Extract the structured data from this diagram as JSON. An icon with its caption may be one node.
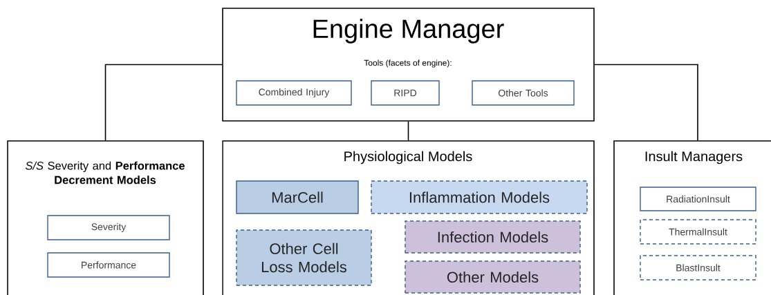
{
  "diagram": {
    "nodes": [
      {
        "text": [
          "Engine Manager",
          "Tools (facets of engine):"
        ]
      },
      {
        "text": [
          "Combined Injury"
        ],
        "in": 0
      },
      {
        "text": [
          "RIPD"
        ],
        "in": 0
      },
      {
        "text": [
          "Other Tools"
        ],
        "in": 0
      },
      {
        "text": [
          "*S/S* Severity and **Performance Decrement Models**"
        ]
      },
      {
        "text": [
          "Severity"
        ],
        "in": 4
      },
      {
        "text": [
          "Performance"
        ],
        "in": 4
      },
      {
        "text": [
          "Physiological Models"
        ]
      },
      {
        "text": [
          "MarCell"
        ],
        "in": 7
      },
      {
        "text": [
          "Inflammation Models"
        ],
        "in": 7
      },
      {
        "text": [
          "Other Cell Loss Models"
        ],
        "in": 7
      },
      {
        "text": [
          "Infection Models"
        ],
        "in": 7
      },
      {
        "text": [
          "Other Models"
        ],
        "in": 7
      },
      {
        "text": [
          "Insult Managers"
        ]
      },
      {
        "text": [
          "RadiationInsult"
        ],
        "in": 13
      },
      {
        "text": [
          "ThermalInsult"
        ],
        "in": 13
      },
      {
        "text": [
          "BlastInsult"
        ],
        "in": 13
      }
    ],
    "edges": [
      {
        "from": 0,
        "to": 4,
        "arrow": "none"
      },
      {
        "from": 0,
        "to": 7,
        "arrow": "none"
      },
      {
        "from": 0,
        "to": 13,
        "arrow": "none"
      }
    ]
  }
}
